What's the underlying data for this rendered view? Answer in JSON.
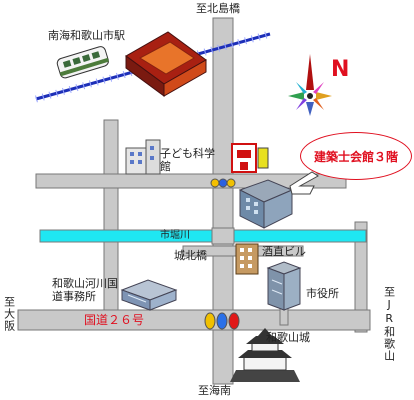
{
  "map": {
    "labels": {
      "north_destination": "至北島橋",
      "south_destination": "至海南",
      "west_destination": "至大阪",
      "east_destination": "至JR和歌山",
      "station": "南海和歌山市駅",
      "science_museum": "子ども科学館",
      "river": "市堀川",
      "bridge": "城北橋",
      "building_sakanao": "酒直ビル",
      "river_office": "和歌山河川国道事務所",
      "city_hall": "市役所",
      "route": "国道２６号",
      "castle": "和歌山城",
      "destination": "建築士会館３階"
    },
    "compass": {
      "north_mark": "N"
    },
    "colors": {
      "road": "#c9c9c9",
      "river": "#1fe7f2",
      "rail": "#2a3cc8",
      "highlight": "#e01020"
    }
  }
}
